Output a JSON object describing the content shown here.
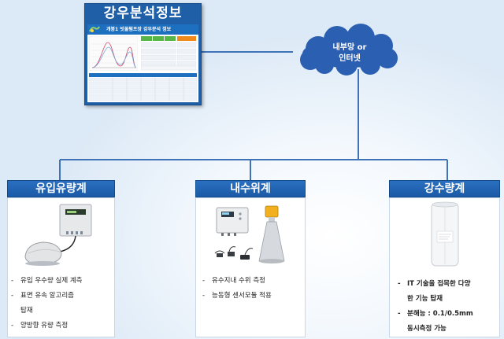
{
  "top_panel": {
    "title": "강우분석정보",
    "screen_title": "개봉1 빗물펌프장 강우분석 정보"
  },
  "network": {
    "label_line1": "내부망 or",
    "label_line2": "인터넷"
  },
  "devices": [
    {
      "title": "유입유량계",
      "bullets": [
        {
          "line1": "유입 우수량 실제 계측",
          "line2": ""
        },
        {
          "line1": "표면 유속 알고리즘",
          "line2": "탑재"
        },
        {
          "line1": "양방향 유량 측정",
          "line2": ""
        }
      ]
    },
    {
      "title": "내수위계",
      "bullets": [
        {
          "line1": "유수지내 수위 측정",
          "line2": ""
        },
        {
          "line1": "능동형 센서모듈 적용",
          "line2": ""
        }
      ]
    },
    {
      "title": "강수량계",
      "bullets": [
        {
          "line1": "IT 기술을 접목한 다양",
          "line2": "한 기능 탑재"
        },
        {
          "line1": "분해능 : 0.1/0.5mm",
          "line2": "동시측정 가능"
        }
      ]
    }
  ],
  "colors": {
    "accent": "#1f5fa8",
    "cloud": "#2b5fb2",
    "connector": "#3f72b6"
  }
}
